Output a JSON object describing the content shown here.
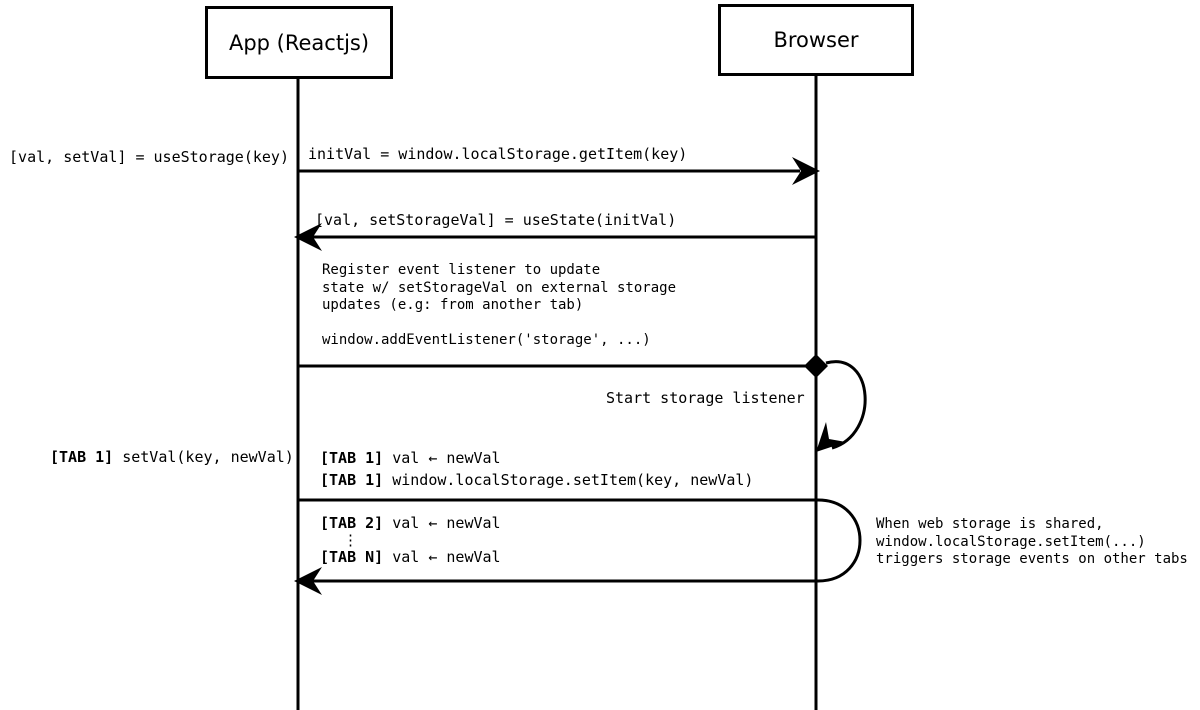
{
  "actors": [
    {
      "label": "App (Reactjs)"
    },
    {
      "label": "Browser"
    }
  ],
  "labels": {
    "use_storage": "[val, setVal] = useStorage(key)",
    "set_val": {
      "prefix": "[TAB 1]",
      "text": "setVal(key, newVal)"
    }
  },
  "messages": {
    "get_item": "initVal = window.localStorage.getItem(key)",
    "use_state": "[val, setStorageVal] = useState(initVal)",
    "register_note": "Register event listener to update\nstate w/ setStorageVal on external storage\nupdates (e.g: from another tab)\n\nwindow.addEventListener('storage', ...)",
    "start_listener": "Start storage listener",
    "tab1_val": {
      "prefix": "[TAB 1]",
      "text": "val ← newVal"
    },
    "tab1_set_item": {
      "prefix": "[TAB 1]",
      "text": "window.localStorage.setItem(key, newVal)"
    },
    "tab2_val": {
      "prefix": "[TAB 2]",
      "text": "val ← newVal"
    },
    "ellipsis": "⋮",
    "tabn_val": {
      "prefix": "[TAB N]",
      "text": "val ← newVal"
    },
    "shared_note": "When web storage is shared,\nwindow.localStorage.setItem(...)\ntriggers storage events on other tabs"
  },
  "colors": {
    "stroke": "#000000",
    "background": "#ffffff"
  }
}
